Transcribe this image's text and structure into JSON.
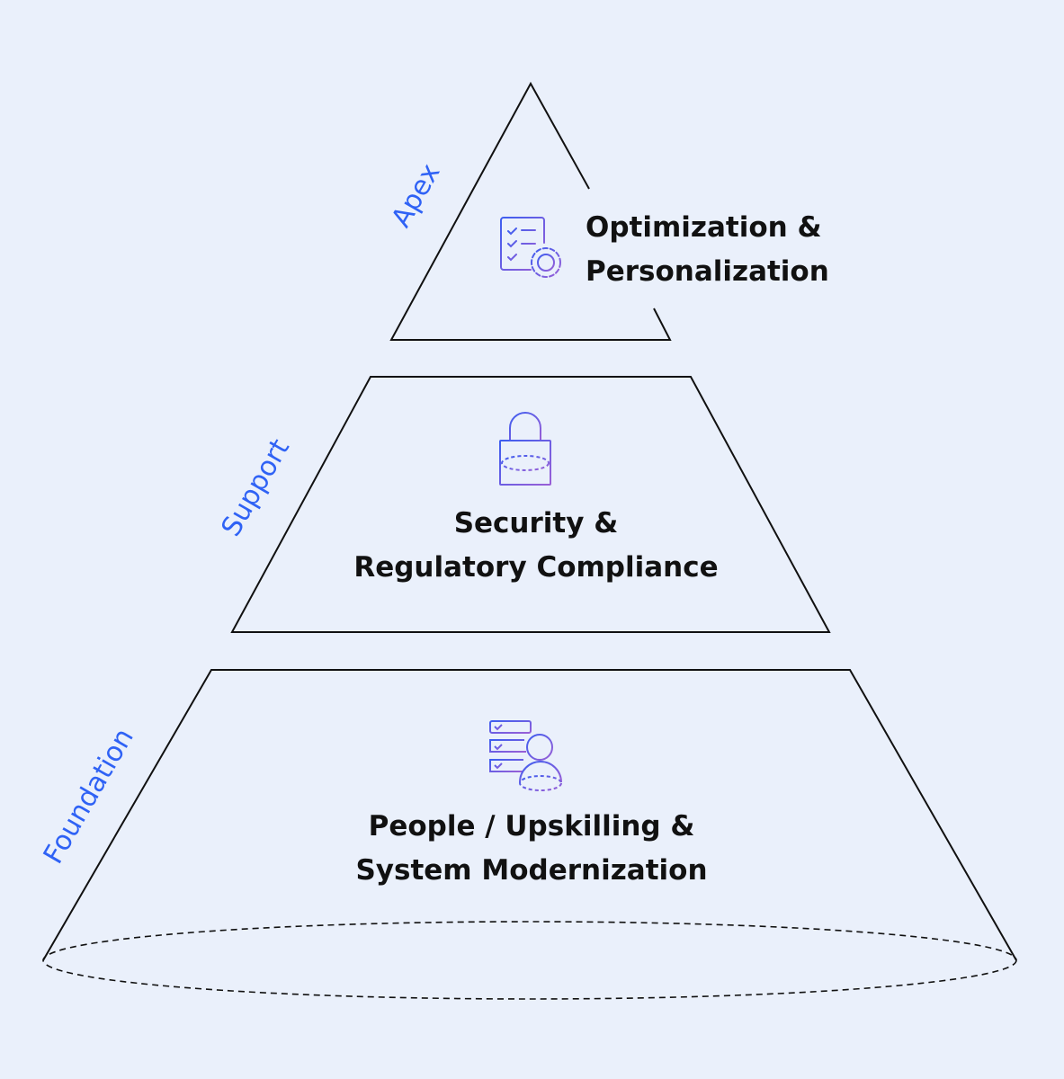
{
  "colors": {
    "label": "#2f62f5",
    "icon_start": "#3d5ef0",
    "icon_end": "#9a5fd6"
  },
  "tiers": [
    {
      "label": "Apex",
      "title_line1": "Optimization &",
      "title_line2": "Personalization",
      "icon": "checklist-gear-icon"
    },
    {
      "label": "Support",
      "title_line1": "Security &",
      "title_line2": "Regulatory Compliance",
      "icon": "padlock-icon"
    },
    {
      "label": "Foundation",
      "title_line1": "People / Upskilling &",
      "title_line2": "System Modernization",
      "icon": "checklist-person-icon"
    }
  ]
}
